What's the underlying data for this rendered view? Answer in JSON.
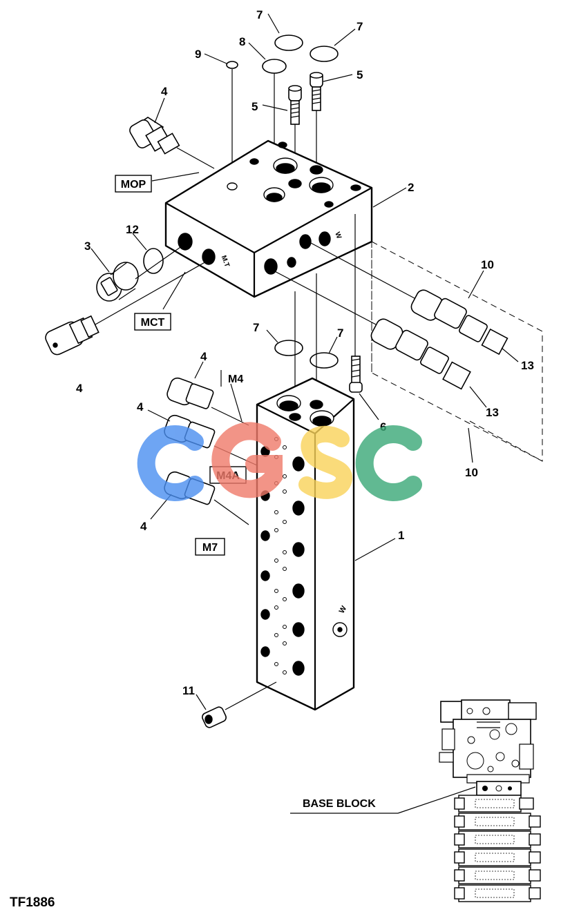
{
  "callouts": {
    "c7a": "7",
    "c7b": "7",
    "c8": "8",
    "c9": "9",
    "c5a": "5",
    "c5b": "5",
    "c4a": "4",
    "c2": "2",
    "c12": "12",
    "c3": "3",
    "c4b": "4",
    "c10a": "10",
    "c7c": "7",
    "c7d": "7",
    "c13a": "13",
    "c13b": "13",
    "c4c": "4",
    "c4d": "4",
    "c4e": "4",
    "c6": "6",
    "c10b": "10",
    "c1": "1",
    "c11": "11"
  },
  "port_labels": {
    "mop": "MOP",
    "mct": "MCT",
    "m4": "M4",
    "m4a": "M4A",
    "m7": "M7"
  },
  "base_block_label": "BASE BLOCK",
  "figure_id": "TF1886",
  "watermark": {
    "letters": [
      "C",
      "G",
      "S",
      "C"
    ],
    "colors": [
      "#4a8ef0",
      "#f07a6a",
      "#f9d35a",
      "#3aa877"
    ]
  }
}
